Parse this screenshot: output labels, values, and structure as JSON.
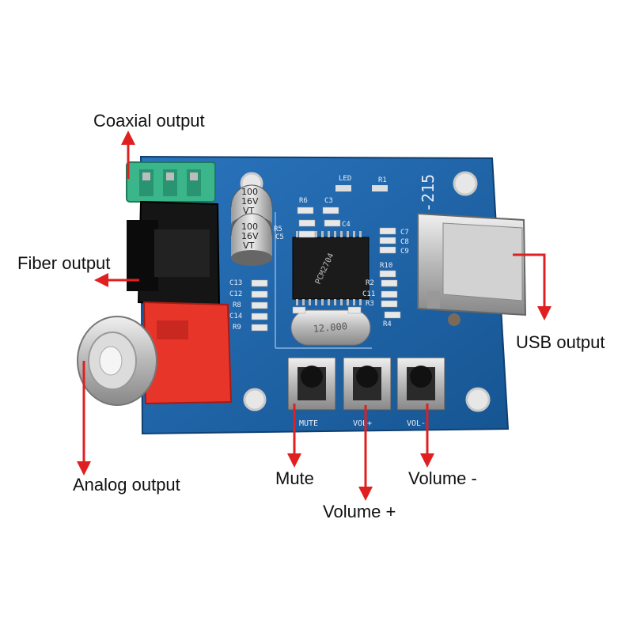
{
  "callouts": {
    "coaxial": "Coaxial output",
    "fiber": "Fiber output",
    "usb": "USB output",
    "analog": "Analog output",
    "mute": "Mute",
    "volume_plus": "Volume +",
    "volume_minus": "Volume -"
  },
  "board": {
    "model": "-215",
    "led_label": "LED",
    "buttons": [
      "MUTE",
      "VOL+",
      "VOL-"
    ],
    "crystal": "12.000",
    "chip": "PCM2704",
    "capacitor_lines": [
      "100",
      "16V",
      "VT"
    ],
    "components": [
      "R1",
      "R6",
      "C3",
      "C4",
      "R5",
      "C5",
      "C13",
      "C12",
      "R8",
      "C14",
      "R9",
      "C7",
      "C8",
      "C9",
      "R10",
      "R2",
      "C11",
      "R3",
      "R4"
    ]
  },
  "colors": {
    "pcb": "#1e64a8",
    "arrow": "#e02020",
    "rca_red": "#e8352a",
    "coax_green": "#3bb58a"
  }
}
